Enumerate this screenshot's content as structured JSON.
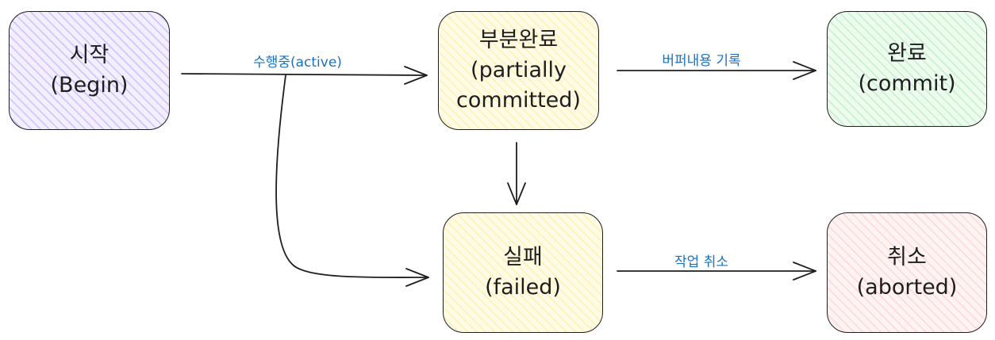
{
  "nodes": {
    "begin": {
      "title": "시작",
      "subtitle": "(Begin)",
      "fill": "#d0bfff"
    },
    "partial": {
      "title": "부분완료",
      "subtitle_line1": "(partially",
      "subtitle_line2": "committed)",
      "fill": "#fff3bf"
    },
    "commit": {
      "title": "완료",
      "subtitle": "(commit)",
      "fill": "#b2f2bb"
    },
    "failed": {
      "title": "실패",
      "subtitle": "(failed)",
      "fill": "#fff3bf"
    },
    "aborted": {
      "title": "취소",
      "subtitle": "(aborted)",
      "fill": "#ffc9c9"
    }
  },
  "edges": {
    "active": {
      "label": "수행중(active)"
    },
    "buffer": {
      "label": "버퍼내용 기록"
    },
    "cancel": {
      "label": "작업 취소"
    }
  },
  "colors": {
    "stroke": "#1e1e1e",
    "label": "#1971c2"
  }
}
